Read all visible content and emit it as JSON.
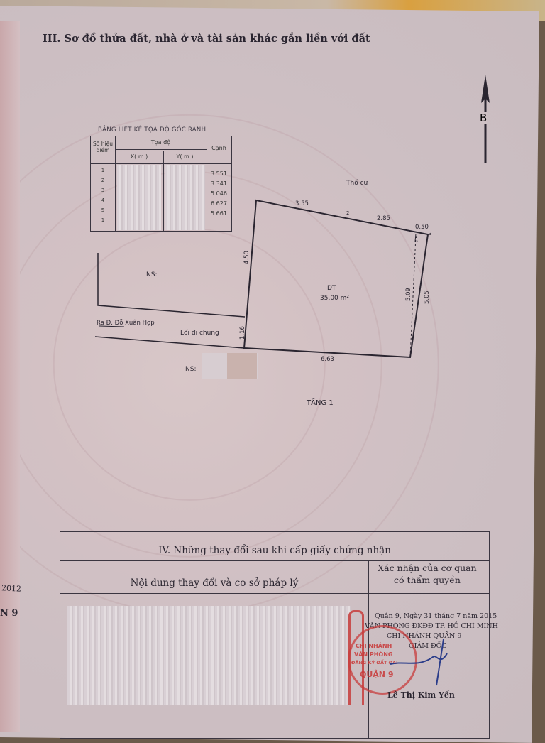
{
  "section3": {
    "title": "III. Sơ đồ thửa đất, nhà ở và tài sản khác gắn liền với đất"
  },
  "compass": {
    "label": "B"
  },
  "coord_table": {
    "title": "BẢNG LIỆT KÊ TỌA ĐỘ GÓC RANH",
    "headers": {
      "point": "Số hiệu điểm",
      "coord": "Tọa độ",
      "x": "X( m )",
      "y": "Y( m )",
      "edge": "Cạnh"
    },
    "points": [
      "1",
      "2",
      "3",
      "4",
      "5",
      "1"
    ],
    "edges": [
      "3.551",
      "3.341",
      "5.046",
      "6.627",
      "5.661"
    ]
  },
  "plot": {
    "neighbor_top": "Thổ cư",
    "area_label": "DT",
    "area_value": "35.00 m²",
    "dims": {
      "top_left": "3.55",
      "top_mid": "2.85",
      "top_right": "0.50",
      "left": "4.50",
      "left_lower": "1.16",
      "right_inner": "5.09",
      "right_outer": "5.05",
      "bottom": "6.63",
      "point2": "2",
      "point3": "3"
    },
    "ns_left": "NS:",
    "ns_bottom": "NS:",
    "road": "Ra Đ. Đỗ Xuân Hợp",
    "common_path": "Lối đi chung",
    "floor": "TẦNG 1"
  },
  "section4": {
    "title": "IV. Những thay đổi sau khi cấp giấy chứng nhận",
    "col_content": "Nội dung thay đổi và cơ sở pháp lý",
    "col_confirm": "Xác nhận của cơ quan có thẩm quyền",
    "date_line": "Quận 9, Ngày 31 tháng 7 năm 2015",
    "office1": "VĂN PHÒNG ĐKĐĐ TP. HỒ CHÍ MINH",
    "office2": "CHI NHÁNH QUẬN 9",
    "role": "GIÁM ĐỐC",
    "signer": "Lê Thị Kim Yến",
    "stamp_lines": [
      "CHI NHÁNH",
      "VĂN PHÒNG",
      "ĐĂNG KÝ ĐẤT ĐAI",
      "QUẬN 9"
    ]
  },
  "left_margin": {
    "fragment1": "2012",
    "fragment2": "N 9"
  }
}
